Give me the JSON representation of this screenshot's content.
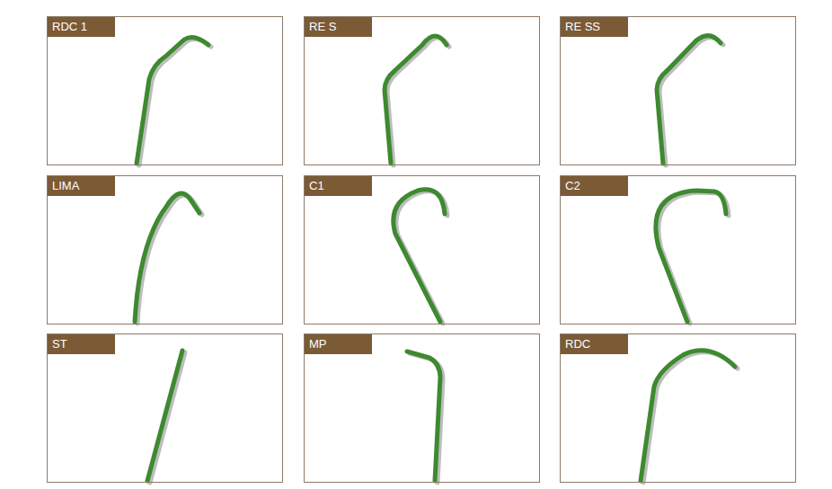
{
  "diagram": {
    "nodes": [
      {
        "text": [
          "RDC 1"
        ]
      },
      {
        "text": [
          "RE S"
        ]
      },
      {
        "text": [
          "RE SS"
        ]
      },
      {
        "text": [
          "LIMA"
        ]
      },
      {
        "text": [
          "C1"
        ]
      },
      {
        "text": [
          "C2"
        ]
      },
      {
        "text": [
          "ST"
        ]
      },
      {
        "text": [
          "MP"
        ]
      },
      {
        "text": [
          "RDC"
        ]
      }
    ]
  }
}
